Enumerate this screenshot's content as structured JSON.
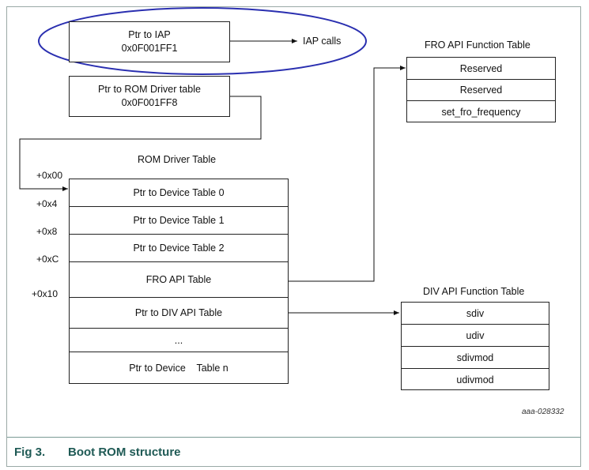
{
  "iap_pointer": {
    "line1": "Ptr to IAP",
    "line2": "0x0F001FF1"
  },
  "iap_calls_label": "IAP calls",
  "rom_driver_pointer": {
    "line1": "Ptr to ROM Driver table",
    "line2": "0x0F001FF8"
  },
  "rom_driver_table": {
    "title": "ROM Driver Table",
    "offsets": [
      "+0x00",
      "+0x4",
      "+0x8",
      "+0xC",
      "+0x10"
    ],
    "rows": [
      "Ptr to Device Table 0",
      "Ptr to Device Table 1",
      "Ptr to Device Table 2",
      "FRO API Table",
      "Ptr to DIV API Table",
      "...",
      "Ptr to Device    Table n"
    ]
  },
  "fro_api_table": {
    "title": "FRO API Function Table",
    "rows": [
      "Reserved",
      "Reserved",
      "set_fro_frequency"
    ]
  },
  "div_api_table": {
    "title": "DIV API Function Table",
    "rows": [
      "sdiv",
      "udiv",
      "sdivmod",
      "udivmod"
    ]
  },
  "doc_id": "aaa-028332",
  "caption": {
    "number": "Fig 3.",
    "title": "Boot ROM structure"
  },
  "colors": {
    "highlight_ellipse": "#2a2fb0",
    "caption": "#1f5a55",
    "frame": "#9aa9a6"
  }
}
